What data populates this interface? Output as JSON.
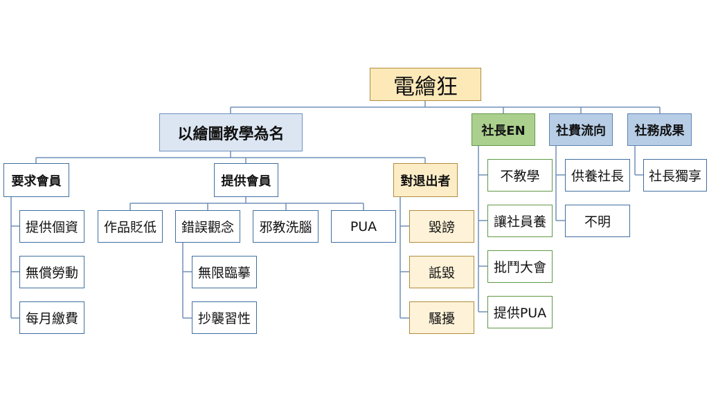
{
  "colors": {
    "connector": "#6f8fb8",
    "gold": "#fde9b8",
    "blue_light": "#dce6f2",
    "blue": "#b7cde6",
    "green": "#abd08e",
    "tan": "#fdedc6"
  },
  "root": {
    "label": "電繪狂"
  },
  "branch_main": {
    "label": "以繪圖教學為名",
    "recruit": {
      "label": "要求會員",
      "items": [
        "提供個資",
        "無償勞動",
        "每月繳費"
      ]
    },
    "offer": {
      "label": "提供會員",
      "items": [
        "作品貶低",
        "錯誤觀念",
        "邪教洗腦",
        "PUA"
      ],
      "wrong_concepts": [
        "無限臨摹",
        "抄襲習性"
      ]
    },
    "leavers": {
      "label": "對退出者",
      "items": [
        "毀謗",
        "詆毀",
        "騷擾"
      ]
    }
  },
  "president": {
    "label": "社長EN",
    "items": [
      "不教學",
      "讓社員養",
      "批鬥大會",
      "提供PUA"
    ]
  },
  "fees": {
    "label": "社費流向",
    "items": [
      "供養社長",
      "不明"
    ]
  },
  "results": {
    "label": "社務成果",
    "items": [
      "社長獨享"
    ]
  }
}
